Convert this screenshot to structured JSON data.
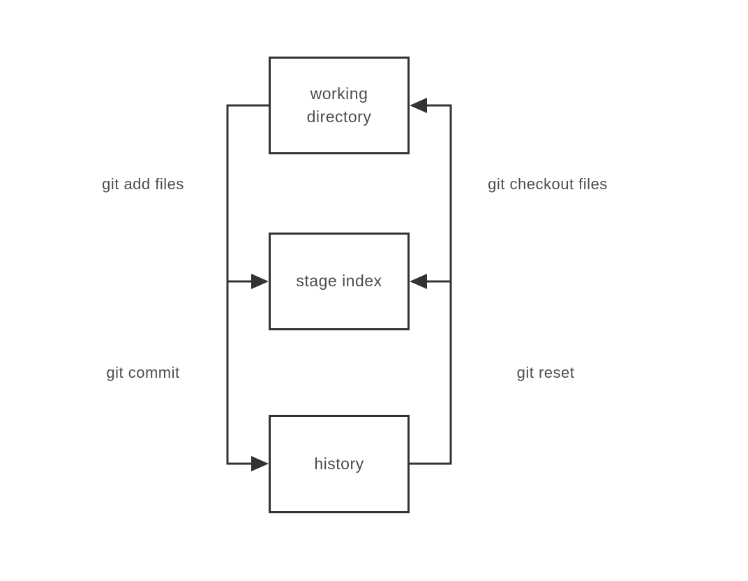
{
  "diagram": {
    "colors": {
      "line": "#333333",
      "text": "#4d4d4d",
      "background": "#ffffff"
    },
    "nodes": [
      {
        "label": "working directory"
      },
      {
        "label": "stage index"
      },
      {
        "label": "history"
      }
    ],
    "edge_labels": [
      {
        "text": "git add files"
      },
      {
        "text": "git checkout files"
      },
      {
        "text": "git commit"
      },
      {
        "text": "git reset"
      }
    ]
  }
}
